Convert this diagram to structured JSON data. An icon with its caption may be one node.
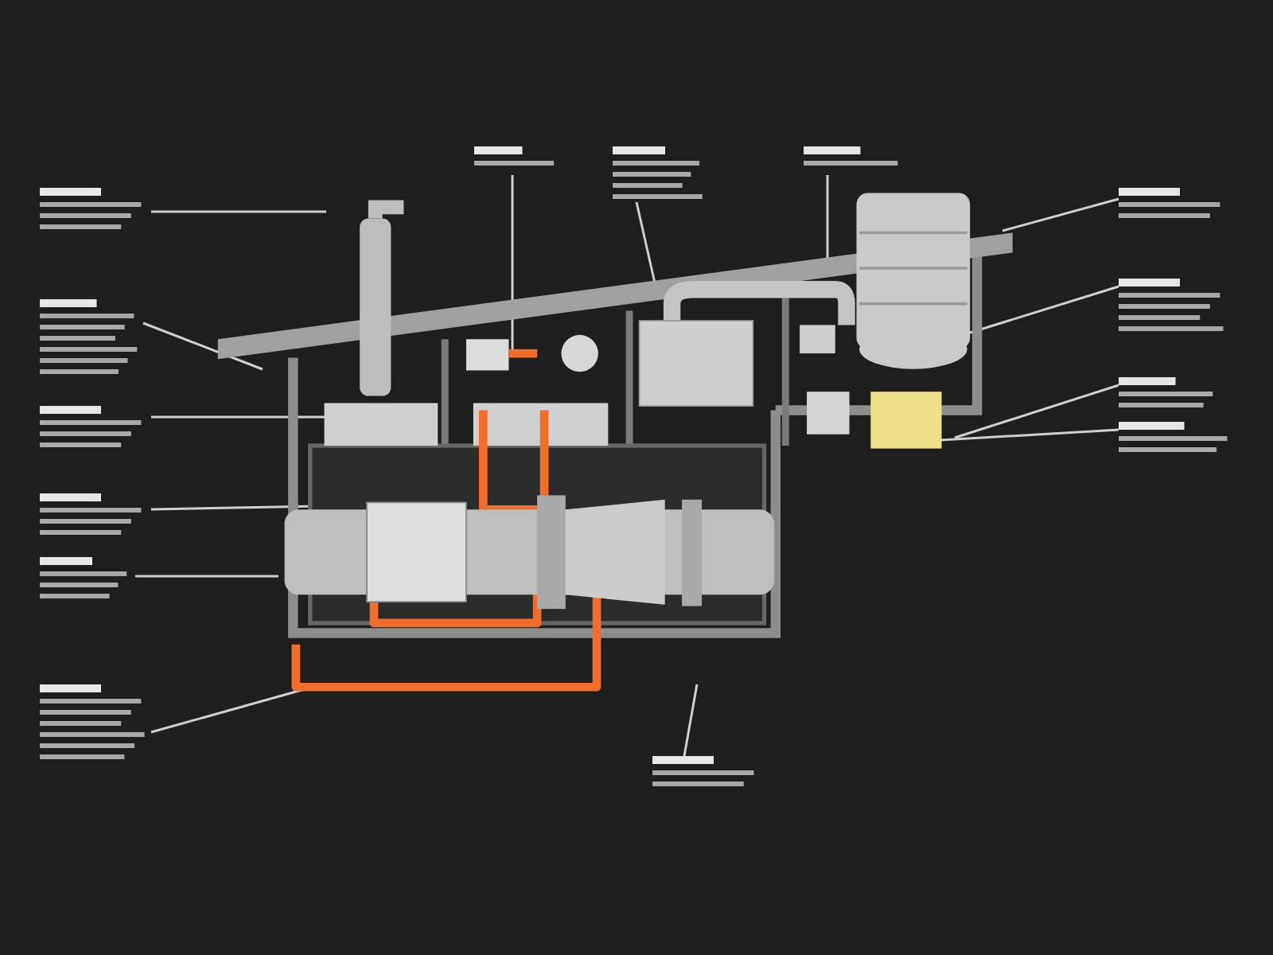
{
  "diagram": {
    "nodes": [
      {
        "text": [],
        "shape": "picture"
      },
      {
        "text": [],
        "shape": "bar"
      },
      {
        "text": [],
        "shape": "bar"
      },
      {
        "text": [],
        "shape": "bar"
      },
      {
        "text": [],
        "shape": "bar"
      },
      {
        "text": [],
        "shape": "bar"
      },
      {
        "text": [],
        "shape": "bar"
      },
      {
        "text": [],
        "shape": "bar"
      },
      {
        "text": [],
        "shape": "bar"
      },
      {
        "text": [],
        "shape": "bar"
      },
      {
        "text": [],
        "shape": "bar"
      },
      {
        "text": [],
        "shape": "bar"
      },
      {
        "text": [],
        "shape": "bar"
      },
      {
        "text": [],
        "shape": "bar"
      },
      {
        "text": [],
        "shape": "bar"
      }
    ],
    "edges": [
      {
        "from": 1,
        "to": 0,
        "arrow": "none"
      },
      {
        "from": 2,
        "to": 0,
        "arrow": "none"
      },
      {
        "from": 3,
        "to": 0,
        "arrow": "none"
      },
      {
        "from": 4,
        "to": 0,
        "arrow": "none"
      },
      {
        "from": 5,
        "to": 0,
        "arrow": "none"
      },
      {
        "from": 6,
        "to": 0,
        "arrow": "none"
      },
      {
        "from": 7,
        "to": 0,
        "arrow": "none"
      },
      {
        "from": 8,
        "to": 0,
        "arrow": "none"
      },
      {
        "from": 9,
        "to": 0,
        "arrow": "none"
      },
      {
        "from": 10,
        "to": 0,
        "arrow": "none"
      },
      {
        "from": 11,
        "to": 0,
        "arrow": "none"
      },
      {
        "from": 12,
        "to": 0,
        "arrow": "none"
      },
      {
        "from": 13,
        "to": 0,
        "arrow": "none"
      },
      {
        "from": 14,
        "to": 0,
        "arrow": "none"
      }
    ]
  }
}
